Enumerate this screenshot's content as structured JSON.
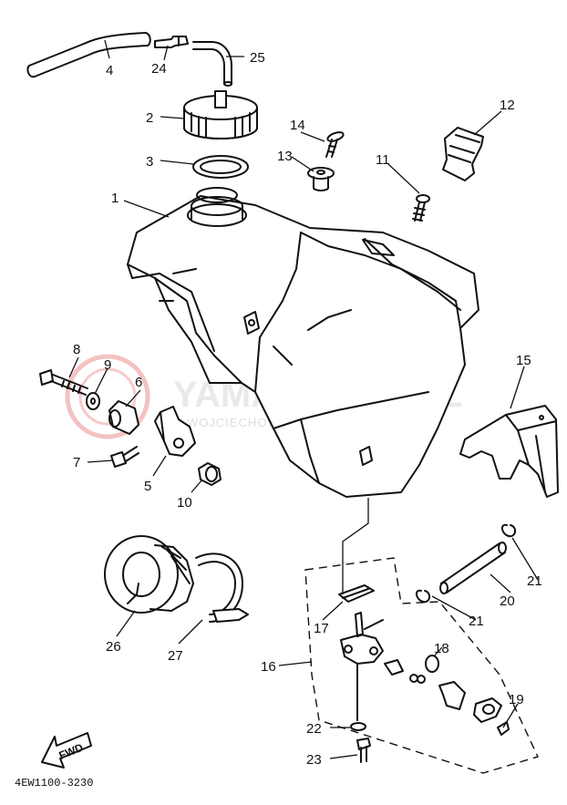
{
  "diagram_code": "4EW1100-3230",
  "fwd_label": "FWD",
  "watermark": {
    "brand": "YAMA-SKLEP.PL",
    "subtitle": "WOJCIECHOWICZ | DEALER YAMAHA",
    "color": "#e05050"
  },
  "callouts": {
    "c1": "1",
    "c2": "2",
    "c3": "3",
    "c4": "4",
    "c5": "5",
    "c6": "6",
    "c7": "7",
    "c8": "8",
    "c9": "9",
    "c10": "10",
    "c11": "11",
    "c12": "12",
    "c13": "13",
    "c14": "14",
    "c15": "15",
    "c16": "16",
    "c17": "17",
    "c18": "18",
    "c19": "19",
    "c20": "20",
    "c21a": "21",
    "c21b": "21",
    "c22": "22",
    "c23": "23",
    "c24": "24",
    "c25": "25",
    "c26": "26",
    "c27": "27"
  }
}
